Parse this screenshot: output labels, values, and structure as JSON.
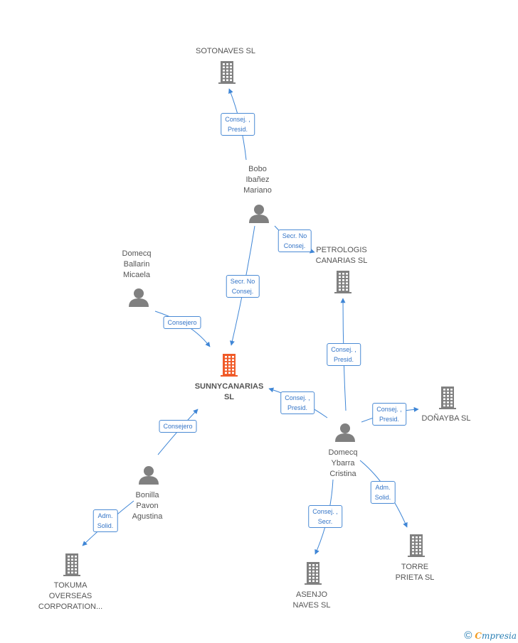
{
  "nodes": {
    "sotonaves": {
      "label": "SOTONAVES SL",
      "kind": "company"
    },
    "bobo": {
      "label": "Bobo\nIbañez\nMariano",
      "kind": "person"
    },
    "petrologis": {
      "label": "PETROLOGIS\nCANARIAS SL",
      "kind": "company"
    },
    "domecq_ballarin": {
      "label": "Domecq\nBallarin\nMicaela",
      "kind": "person"
    },
    "sunny": {
      "label": "SUNNYCANARIAS\nSL",
      "kind": "focus-company"
    },
    "donayba": {
      "label": "DOÑAYBA  SL",
      "kind": "company"
    },
    "domecq_ybarra": {
      "label": "Domecq\nYbarra\nCristina",
      "kind": "person"
    },
    "bonilla": {
      "label": "Bonilla\nPavon\nAgustina",
      "kind": "person"
    },
    "tokuma": {
      "label": "TOKUMA\nOVERSEAS\nCORPORATION...",
      "kind": "company"
    },
    "asenjo": {
      "label": "ASENJO\nNAVES  SL",
      "kind": "company"
    },
    "torre": {
      "label": "TORRE\nPRIETA SL",
      "kind": "company"
    }
  },
  "edges": [
    {
      "from": "bobo",
      "to": "sotonaves",
      "label": "Consej. ,\nPresid."
    },
    {
      "from": "bobo",
      "to": "petrologis",
      "label": "Secr.  No\nConsej."
    },
    {
      "from": "bobo",
      "to": "sunny",
      "label": "Secr.  No\nConsej."
    },
    {
      "from": "domecq_ballarin",
      "to": "sunny",
      "label": "Consejero"
    },
    {
      "from": "domecq_ybarra",
      "to": "petrologis",
      "label": "Consej. ,\nPresid."
    },
    {
      "from": "domecq_ybarra",
      "to": "sunny",
      "label": "Consej. ,\nPresid."
    },
    {
      "from": "domecq_ybarra",
      "to": "donayba",
      "label": "Consej. ,\nPresid."
    },
    {
      "from": "domecq_ybarra",
      "to": "asenjo",
      "label": "Consej. ,\nSecr."
    },
    {
      "from": "domecq_ybarra",
      "to": "torre",
      "label": "Adm.\nSolid."
    },
    {
      "from": "bonilla",
      "to": "sunny",
      "label": "Consejero"
    },
    {
      "from": "bonilla",
      "to": "tokuma",
      "label": "Adm.\nSolid."
    }
  ],
  "colors": {
    "edge": "#3f86d6",
    "icon": "#808080",
    "focus": "#f05a28"
  },
  "footer": {
    "copyright": "©",
    "brand_initial": "C",
    "brand_rest": "mpresia"
  }
}
